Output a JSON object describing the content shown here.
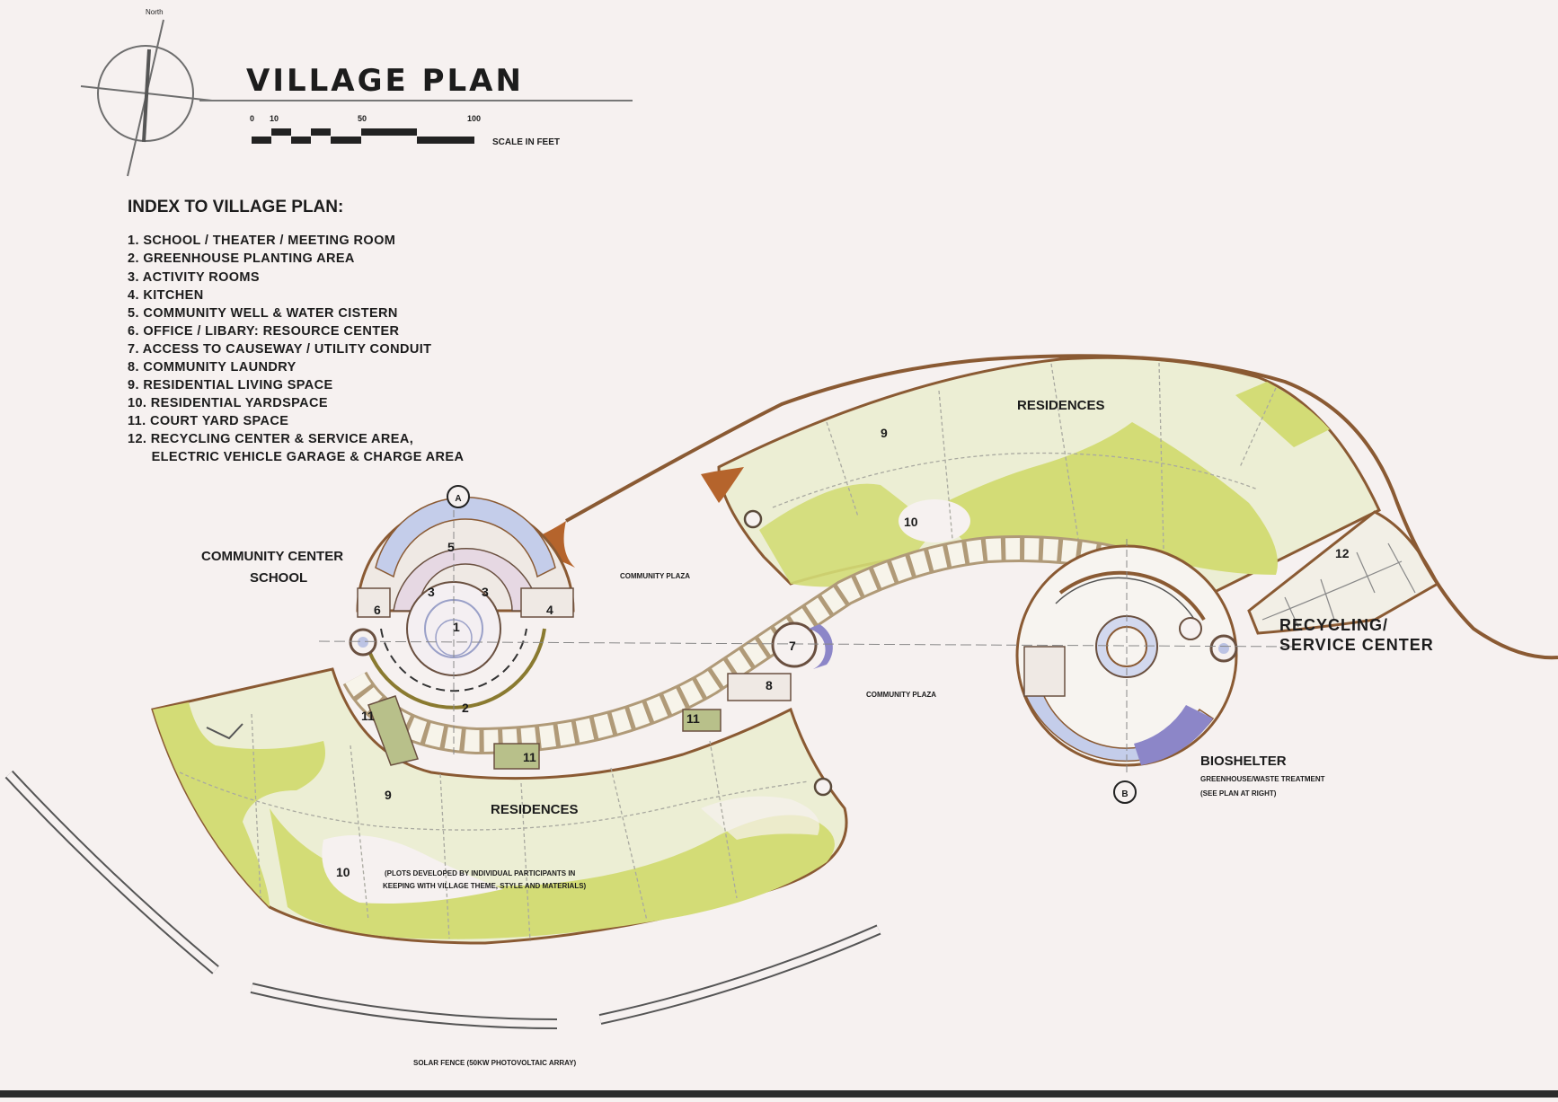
{
  "header": {
    "north_label": "North",
    "title": "VILLAGE PLAN",
    "scale": {
      "ticks": [
        "0",
        "10",
        "50",
        "100"
      ],
      "label": "SCALE IN FEET"
    }
  },
  "index": {
    "heading": "INDEX TO VILLAGE PLAN:",
    "items": [
      "1.  SCHOOL / THEATER / MEETING ROOM",
      "2.  GREENHOUSE PLANTING AREA",
      "3.  ACTIVITY ROOMS",
      "4.  KITCHEN",
      "5.  COMMUNITY WELL & WATER CISTERN",
      "6.  OFFICE / LIBARY: RESOURCE CENTER",
      "7.  ACCESS TO CAUSEWAY / UTILITY CONDUIT",
      "8.  COMMUNITY LAUNDRY",
      "9.  RESIDENTIAL LIVING SPACE",
      "10. RESIDENTIAL YARDSPACE",
      "11. COURT YARD SPACE",
      "12. RECYCLING CENTER & SERVICE AREA,",
      "      ELECTRIC VEHICLE GARAGE & CHARGE AREA"
    ]
  },
  "plan": {
    "community_center": {
      "line1": "COMMUNITY CENTER",
      "line2": "SCHOOL"
    },
    "community_plaza": "COMMUNITY PLAZA",
    "residences": "RESIDENCES",
    "recycling": {
      "line1": "RECYCLING/",
      "line2": "SERVICE CENTER"
    },
    "bioshelter": {
      "name": "BIOSHELTER",
      "line1": "GREENHOUSE/WASTE TREATMENT",
      "line2": "(SEE PLAN AT RIGHT)"
    },
    "plots_note": {
      "line1": "(PLOTS DEVELOPED BY INDIVIDUAL PARTICIPANTS IN",
      "line2": "KEEPING WITH VILLAGE THEME, STYLE AND MATERIALS)"
    },
    "solar_fence": "SOLAR FENCE (50KW PHOTOVOLTAIC ARRAY)",
    "section_markers": [
      "A",
      "B"
    ],
    "area_numbers": {
      "n1": "1",
      "n2": "2",
      "n3": "3",
      "n4": "4",
      "n5": "5",
      "n6": "6",
      "n7": "7",
      "n8": "8",
      "n9": "9",
      "n10": "10",
      "n11": "11",
      "n12": "12"
    }
  },
  "colors": {
    "paper": "#f6f1f0",
    "lot_fill": "#eceed4",
    "yard_green": "#d3dc76",
    "outline_brown": "#8a5a33",
    "accent_orange": "#b5642c",
    "water_blue": "#b9c4e6",
    "biosphere_purple": "#8c86c8"
  }
}
